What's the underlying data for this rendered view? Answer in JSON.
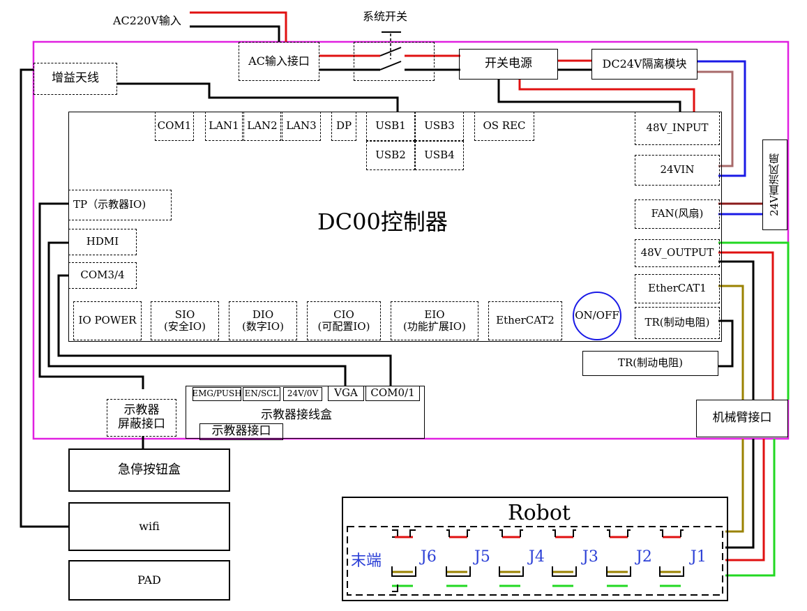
{
  "power": {
    "ac_input": "AC220V输入",
    "ac_port": "AC输入接口",
    "system_switch": "系统开关",
    "psu": "开关电源",
    "dc_isolation": "DC24V隔离模块"
  },
  "antenna": "增益天线",
  "controller": {
    "title": "DC00控制器",
    "top_ports": [
      "COM1",
      "LAN1",
      "LAN2",
      "LAN3",
      "DP",
      "USB1",
      "USB3",
      "OS REC"
    ],
    "usb_lower": [
      "USB2",
      "USB4"
    ],
    "left_ports": [
      "TP（示教器IO)",
      "HDMI",
      "COM3/4"
    ],
    "bottom_ports": [
      {
        "line1": "IO POWER",
        "line2": ""
      },
      {
        "line1": "SIO",
        "line2": "(安全IO)"
      },
      {
        "line1": "DIO",
        "line2": "(数字IO)"
      },
      {
        "line1": "CIO",
        "line2": "(可配置IO)"
      },
      {
        "line1": "EIO",
        "line2": "(功能扩展IO)"
      },
      {
        "line1": "EtherCAT2",
        "line2": ""
      }
    ],
    "on_off": "ON/OFF",
    "right_ports": [
      "48V_INPUT",
      "24VIN",
      "FAN(风扇)",
      "48V_OUTPUT",
      "EtherCAT1",
      "TR(制动电阻)"
    ]
  },
  "fan_module": "24V直流风扇",
  "brake_resistor": "TR(制动电阻)",
  "teach_box": {
    "ports": [
      "EMG/PUSH",
      "EN/SCL",
      "24V/0V",
      "VGA",
      "COM0/1"
    ],
    "title": "示教器接线盒",
    "connector": "示教器接口"
  },
  "teach_shield": {
    "line1": "示教器",
    "line2": "屏蔽接口"
  },
  "estop_box": "急停按钮盒",
  "wifi": "wifi",
  "pad": "PAD",
  "arm_port": "机械臂接口",
  "robot": {
    "title": "Robot",
    "joints": [
      "末端",
      "J6",
      "J5",
      "J4",
      "J3",
      "J2",
      "J1"
    ]
  },
  "colors": {
    "frame": "#e020e0",
    "red": "#e01010",
    "blue": "#1a1ae6",
    "green": "#22d822",
    "olive": "#9a8200",
    "brown": "#a86a6a",
    "darkred": "#8b1a1a",
    "joint_label": "#2b3fd6"
  }
}
